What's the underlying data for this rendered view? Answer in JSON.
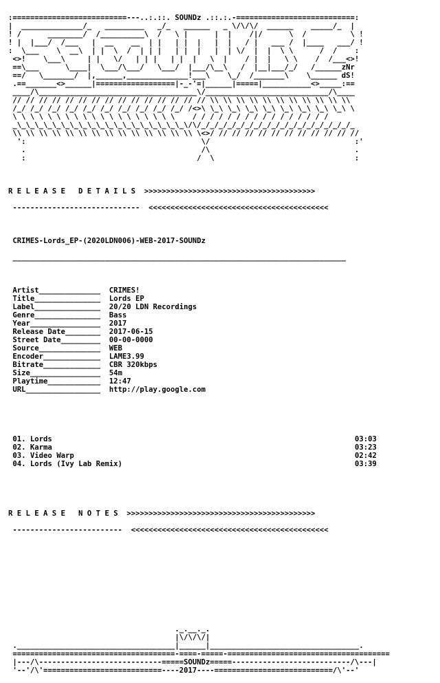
{
  "banner": {
    "group": "SOUNDz"
  },
  "release_details": {
    "header": "R E L E A S E   D E T A I L S",
    "release_name": "CRIMES-Lords_EP-(2020LDN006)-WEB-2017-SOUNDz",
    "fields": [
      {
        "key": "Artist",
        "value": "CRIMES!"
      },
      {
        "key": "Title",
        "value": "Lords EP"
      },
      {
        "key": "Label",
        "value": "20/20 LDN Recordings"
      },
      {
        "key": "Genre",
        "value": "Bass"
      },
      {
        "key": "Year",
        "value": "2017"
      },
      {
        "key": "Release Date",
        "value": "2017-06-15"
      },
      {
        "key": "Street Date",
        "value": "00-00-0000"
      },
      {
        "key": "Source",
        "value": "WEB"
      },
      {
        "key": "Encoder",
        "value": "LAME3.99"
      },
      {
        "key": "Bitrate",
        "value": "CBR 320kbps"
      },
      {
        "key": "Size",
        "value": "54m"
      },
      {
        "key": "Playtime",
        "value": "12:47"
      },
      {
        "key": "URL",
        "value": "http://play.google.com"
      }
    ]
  },
  "tracklist": [
    {
      "number": "01.",
      "title": "Lords",
      "duration": "03:03"
    },
    {
      "number": "02.",
      "title": "Karma",
      "duration": "03:23"
    },
    {
      "number": "03.",
      "title": "Video Warp",
      "duration": "02:42"
    },
    {
      "number": "04.",
      "title": "Lords (Ivy Lab Remix)",
      "duration": "03:39"
    }
  ],
  "release_notes": {
    "header": "R E L E A S E   N O T E S"
  },
  "footer": {
    "group": "SOUNDz",
    "year": "2017"
  }
}
